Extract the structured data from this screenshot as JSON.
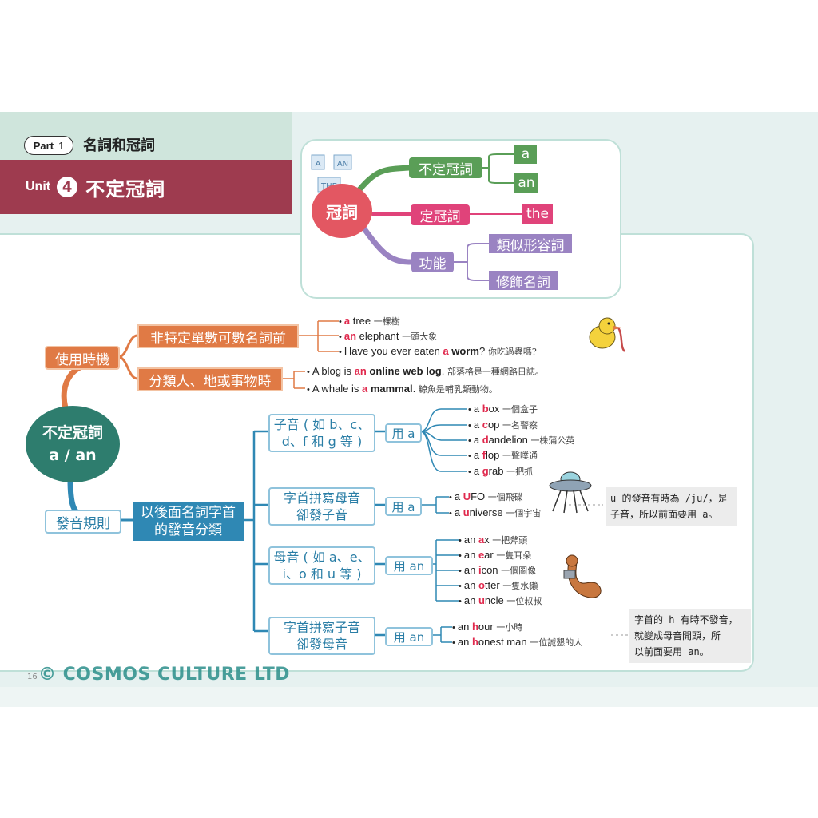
{
  "header": {
    "part_word": "Part",
    "part_num": "1",
    "part_title": "名詞和冠詞",
    "unit_word": "Unit",
    "unit_num": "4",
    "unit_title": "不定冠詞"
  },
  "top_map": {
    "icon_a": "A",
    "icon_an": "AN",
    "icon_the": "THE",
    "center": "冠詞",
    "indefinite": "不定冠詞",
    "indef_a": "a",
    "indef_an": "an",
    "definite": "定冠詞",
    "def_the": "the",
    "function": "功能",
    "func_1": "類似形容詞",
    "func_2": "修飾名詞"
  },
  "main_map": {
    "center_line1": "不定冠詞",
    "center_line2": "a / an",
    "usage": "使用時機",
    "usage_1": "非特定單數可數名詞前",
    "usage_2": "分類人、地或事物時",
    "pron": "發音規則",
    "pron_rule_line1": "以後面名詞字首",
    "pron_rule_line2": "的發音分類",
    "consonant_line1": "子音 ( 如 b、c、",
    "consonant_line2": "d、f 和 g 等 )",
    "consonant_use": "用 a",
    "spell_vowel_line1": "字首拼寫母音",
    "spell_vowel_line2": "卻發子音",
    "spell_vowel_use": "用 a",
    "vowel_line1": "母音 ( 如 a、e、",
    "vowel_line2": "i、o 和 u 等 )",
    "vowel_use": "用 an",
    "spell_cons_line1": "字首拼寫子音",
    "spell_cons_line2": "卻發母音",
    "spell_cons_use": "用 an"
  },
  "examples": {
    "u1": {
      "art": "a",
      "rest": " tree",
      "zh": "一棵樹"
    },
    "u2": {
      "art": "an",
      "rest": " elephant",
      "zh": "一頭大象"
    },
    "u3": {
      "pre": "Have you ever eaten ",
      "art": "a",
      "bold": " worm",
      "rest": "?",
      "zh": "你吃過蟲嗎?"
    },
    "u4": {
      "pre": "A blog is ",
      "art": "an",
      "bold": " online web log",
      "rest": ".",
      "zh": "部落格是一種網路日誌。"
    },
    "u5": {
      "pre": "A whale is ",
      "art": "a",
      "bold": " mammal",
      "rest": ".",
      "zh": "鯨魚是哺乳類動物。"
    },
    "c1": {
      "pre": "a ",
      "first": "b",
      "rest": "ox",
      "zh": "一個盒子"
    },
    "c2": {
      "pre": "a ",
      "first": "c",
      "rest": "op",
      "zh": "一名警察"
    },
    "c3": {
      "pre": "a ",
      "first": "d",
      "rest": "andelion",
      "zh": "一株蒲公英"
    },
    "c4": {
      "pre": "a ",
      "first": "f",
      "rest": "lop",
      "zh": "一聲噗通"
    },
    "c5": {
      "pre": "a ",
      "first": "g",
      "rest": "rab",
      "zh": "一把抓"
    },
    "s1": {
      "pre": "a ",
      "first": "U",
      "rest": "FO",
      "zh": "一個飛碟"
    },
    "s2": {
      "pre": "a ",
      "first": "u",
      "rest": "niverse",
      "zh": "一個宇宙"
    },
    "v1": {
      "pre": "an ",
      "first": "a",
      "rest": "x",
      "zh": "一把斧頭"
    },
    "v2": {
      "pre": "an ",
      "first": "e",
      "rest": "ar",
      "zh": "一隻耳朵"
    },
    "v3": {
      "pre": "an ",
      "first": "i",
      "rest": "con",
      "zh": "一個圖像"
    },
    "v4": {
      "pre": "an ",
      "first": "o",
      "rest": "tter",
      "zh": "一隻水獺"
    },
    "v5": {
      "pre": "an ",
      "first": "u",
      "rest": "ncle",
      "zh": "一位叔叔"
    },
    "h1": {
      "pre": "an ",
      "first": "h",
      "rest": "our",
      "zh": "一小時"
    },
    "h2": {
      "pre": "an ",
      "first": "h",
      "rest": "onest man",
      "zh": "一位誠懇的人"
    }
  },
  "notes": {
    "u_note_line1": "u 的發音有時為 /ju/，是",
    "u_note_line2": "子音，所以前面要用 a。",
    "h_note_line1": "字首的 h 有時不發音，",
    "h_note_line2": "就變成母音開頭，所",
    "h_note_line3": "以前面要用 an。"
  },
  "footer": {
    "page_number": "16",
    "copyright": "© COSMOS CULTURE LTD"
  },
  "colors": {
    "unit_bar": "#9e3b4f",
    "green": "#5a9e57",
    "pink": "#e0437a",
    "purple": "#9a83c2",
    "orange": "#e07a45",
    "blue": "#2f88b4",
    "teal_center": "#2e7d6e",
    "highlight_red": "#e0294d"
  }
}
